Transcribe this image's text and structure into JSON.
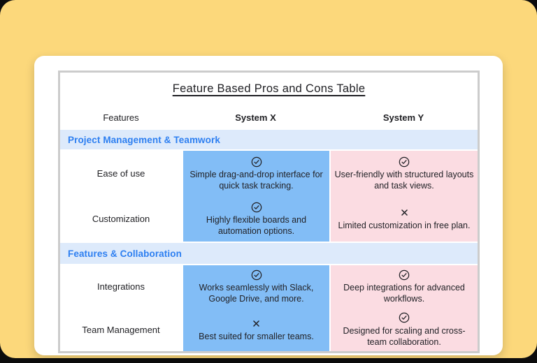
{
  "page": {
    "outer_background": "#0c0c0c",
    "backdrop_color": "#FCD87B",
    "card_color": "#ffffff"
  },
  "colors": {
    "accent_blue": "#2d7ff1",
    "section_band": "#ddeafb",
    "system_x_cell": "#82bdf6",
    "system_y_cell": "#fbdce2",
    "table_border": "#cccccc",
    "text_dark": "#1f1f23"
  },
  "table": {
    "title": "Feature Based Pros and Cons Table",
    "columns": [
      "Features",
      "System X",
      "System Y"
    ],
    "sections": [
      {
        "label": "Project Management & Teamwork",
        "rows": [
          {
            "feature": "Ease of use",
            "system_x": {
              "icon": "check-circle-icon",
              "text": "Simple drag-and-drop interface for quick task tracking."
            },
            "system_y": {
              "icon": "check-circle-icon",
              "text": "User-friendly with structured layouts and task views."
            }
          },
          {
            "feature": "Customization",
            "system_x": {
              "icon": "check-circle-icon",
              "text": "Highly flexible boards and automation options."
            },
            "system_y": {
              "icon": "x-mark-icon",
              "text": "Limited customization in free plan."
            }
          }
        ]
      },
      {
        "label": "Features & Collaboration",
        "rows": [
          {
            "feature": "Integrations",
            "system_x": {
              "icon": "check-circle-icon",
              "text": "Works seamlessly with Slack, Google Drive, and more."
            },
            "system_y": {
              "icon": "check-circle-icon",
              "text": "Deep integrations for advanced workflows."
            }
          },
          {
            "feature": "Team Management",
            "system_x": {
              "icon": "x-mark-icon",
              "text": "Best suited for smaller teams."
            },
            "system_y": {
              "icon": "check-circle-icon",
              "text": "Designed for scaling and cross-team collaboration."
            }
          }
        ]
      }
    ]
  }
}
